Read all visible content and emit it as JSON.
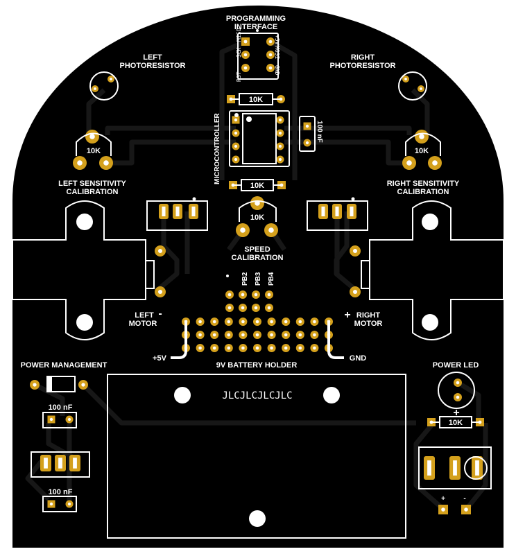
{
  "colors": {
    "board": "#000000",
    "trace": "#151515",
    "silkscreen": "#ffffff",
    "pad": "#d4a01c",
    "hole": "#ffffff",
    "background": "#ffffff"
  },
  "labels": {
    "programming_interface_1": "PROGRAMMING",
    "programming_interface_2": "INTERFACE",
    "pin_rst": "RST",
    "pin_sck": "SCK",
    "pin_miso": "MISO",
    "pin_5v": "+5V",
    "pin_mosi": "MOSI",
    "pin_gnd": "GND",
    "left_photo_1": "LEFT",
    "left_photo_2": "PHOTORESISTOR",
    "right_photo_1": "RIGHT",
    "right_photo_2": "PHOTORESISTOR",
    "microcontroller": "MICROCONTROLLER",
    "resistor_top": "10K",
    "resistor_mid": "10K",
    "resistor_led": "10K",
    "cap_top": "100 nF",
    "pot_left": "10K",
    "pot_right": "10K",
    "pot_speed": "10K",
    "left_sens_1": "LEFT SENSITIVITY",
    "left_sens_2": "CALIBRATION",
    "right_sens_1": "RIGHT SENSITIVITY",
    "right_sens_2": "CALIBRATION",
    "speed_1": "SPEED",
    "speed_2": "CALIBRATION",
    "pb2": "PB2",
    "pb3": "PB3",
    "pb4": "PB4",
    "left_motor_1": "LEFT",
    "left_motor_2": "MOTOR",
    "left_motor_sign": "-",
    "right_motor_1": "RIGHT",
    "right_motor_2": "MOTOR",
    "right_motor_sign": "+",
    "plus5v": "+5V",
    "gnd": "GND",
    "battery_holder": "9V BATTERY HOLDER",
    "power_management": "POWER MANAGEMENT",
    "cap_pm_1": "100 nF",
    "cap_pm_2": "100 nF",
    "power_led": "POWER LED",
    "led_plus": "+",
    "jlc": "JLCJLCJLCJLC",
    "bat_plus": "+",
    "bat_minus": "-"
  }
}
